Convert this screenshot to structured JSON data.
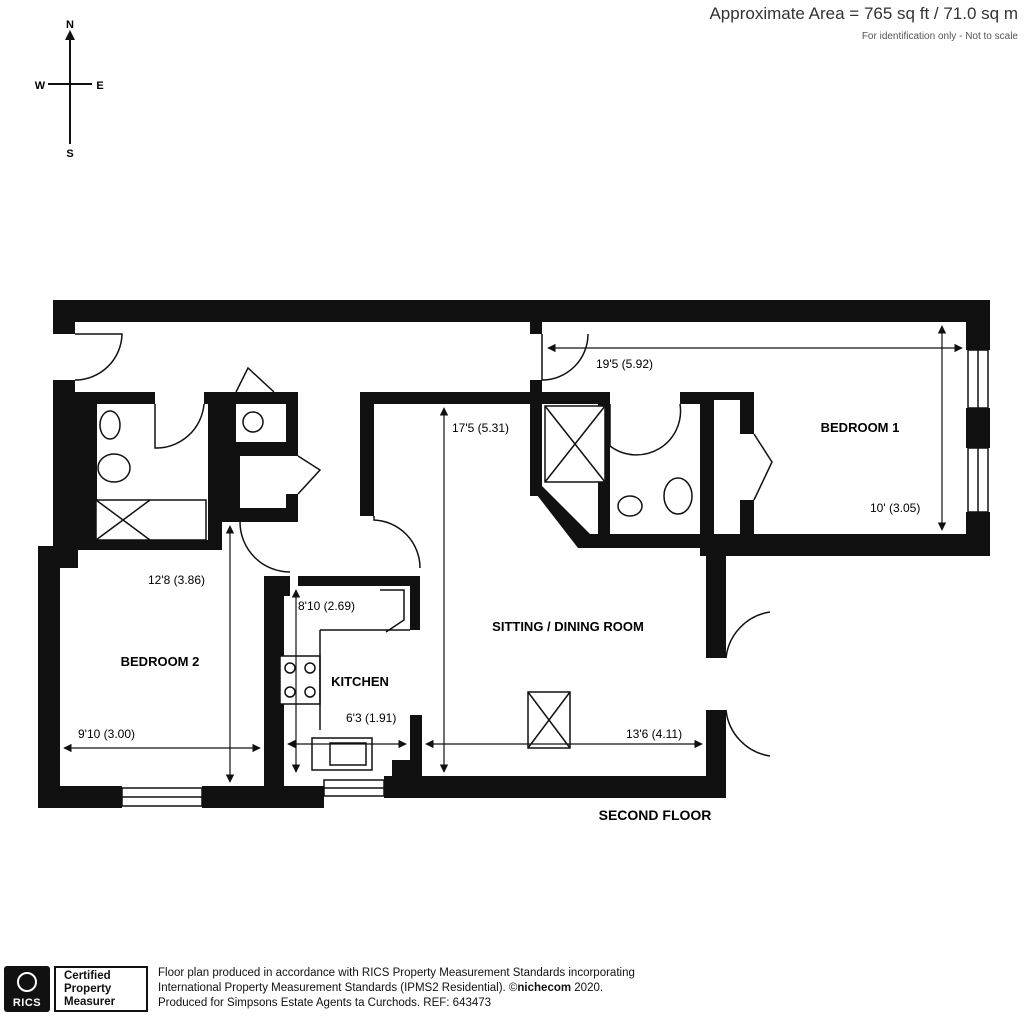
{
  "header": {
    "area": "Approximate Area = 765 sq ft / 71.0 sq m",
    "note": "For identification only - Not to scale"
  },
  "compass": {
    "north": "N",
    "south": "S",
    "east": "E",
    "west": "W"
  },
  "rooms": {
    "bedroom1": "BEDROOM 1",
    "bedroom2": "BEDROOM 2",
    "kitchen": "KITCHEN",
    "sitting": "SITTING / DINING ROOM"
  },
  "dimensions": {
    "bed1_width": "19'5 (5.92)",
    "bed1_depth": "10' (3.05)",
    "sitting_depth": "17'5 (5.31)",
    "sitting_width": "13'6 (4.11)",
    "bed2_depth": "12'8 (3.86)",
    "bed2_width": "9'10 (3.00)",
    "kitchen_depth": "8'10 (2.69)",
    "kitchen_width": "6'3 (1.91)"
  },
  "floor_label": "SECOND FLOOR",
  "footer": {
    "badge": "RICS",
    "cert_lines": [
      "Certified",
      "Property",
      "Measurer"
    ],
    "line1": "Floor plan produced in accordance with RICS Property Measurement Standards incorporating",
    "line2_prefix": "International Property Measurement Standards (IPMS2 Residential).  ©",
    "line2_brand": "nichecom",
    "line2_suffix": " 2020.",
    "line3": "Produced for Simpsons Estate Agents ta Curchods.  REF:  643473"
  }
}
